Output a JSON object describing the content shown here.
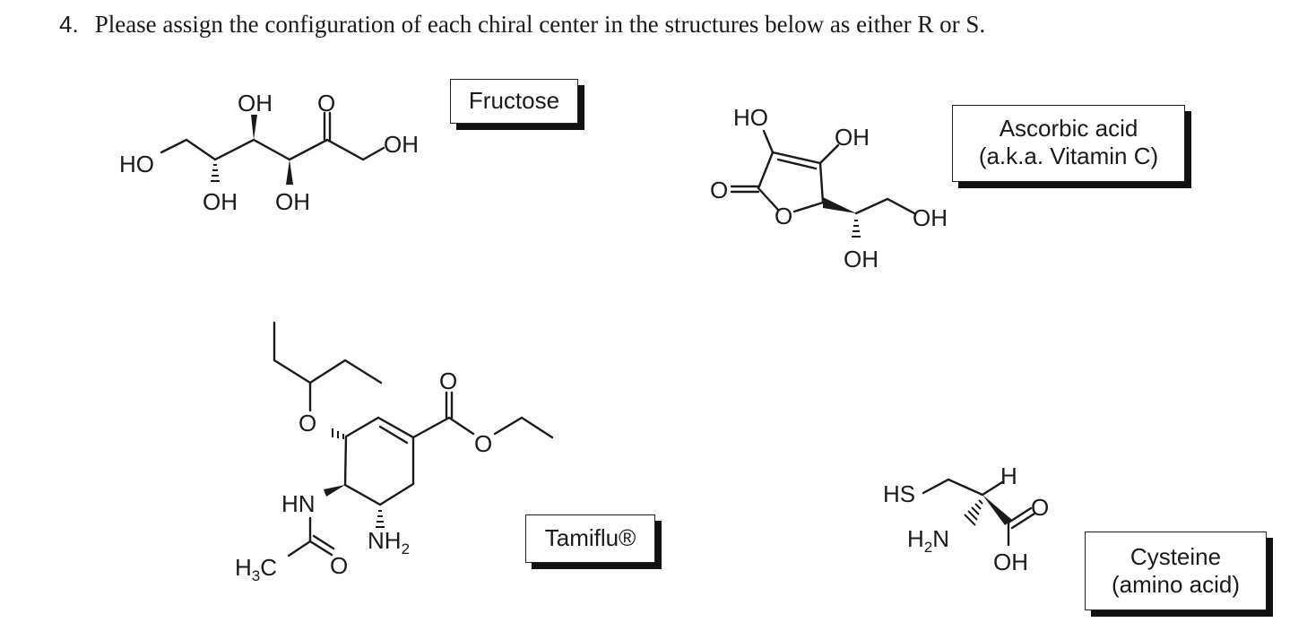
{
  "question": {
    "number": "4.",
    "text": "Please assign the configuration of each chiral center in the structures below as either R or S."
  },
  "fructose": {
    "label": "Fructose",
    "oh_top": "OH",
    "o_keto": "O",
    "oh_right": "OH",
    "ho_left": "HO",
    "oh_bottom_1": "OH",
    "oh_bottom_2": "OH"
  },
  "ascorbic": {
    "label_line1": "Ascorbic acid",
    "label_line2": "(a.k.a. Vitamin C)",
    "ho_top": "HO",
    "oh_ring": "OH",
    "o_carbonyl": "O",
    "o_ring": "O",
    "oh_chain": "OH",
    "oh_bottom": "OH"
  },
  "tamiflu": {
    "label": "Tamiflu®",
    "o_ether": "O",
    "o_carbonyl": "O",
    "o_ester": "O",
    "hn": "HN",
    "nh2": "NH",
    "nh2_sub": "2",
    "h3c": "H",
    "h3c_sub": "3",
    "h3c_c": "C",
    "o_amide": "O"
  },
  "cysteine": {
    "label_line1": "Cysteine",
    "label_line2": "(amino acid)",
    "hs": "HS",
    "h": "H",
    "o": "O",
    "h2n_h": "H",
    "h2n_sub": "2",
    "h2n_n": "N",
    "oh": "OH"
  }
}
